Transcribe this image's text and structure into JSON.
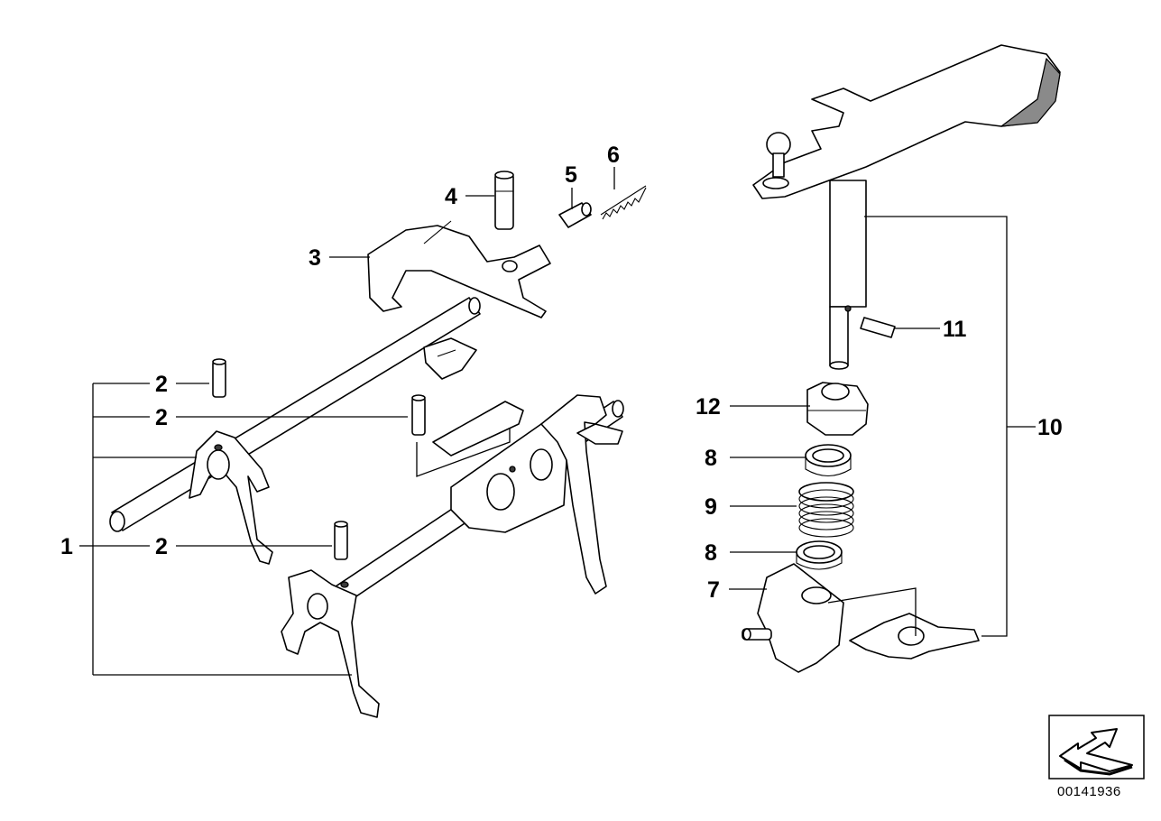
{
  "diagram": {
    "callouts": [
      {
        "id": "c1",
        "text": "1"
      },
      {
        "id": "c2a",
        "text": "2"
      },
      {
        "id": "c2b",
        "text": "2"
      },
      {
        "id": "c2c",
        "text": "2"
      },
      {
        "id": "c3",
        "text": "3"
      },
      {
        "id": "c4",
        "text": "4"
      },
      {
        "id": "c5",
        "text": "5"
      },
      {
        "id": "c6",
        "text": "6"
      },
      {
        "id": "c7",
        "text": "7"
      },
      {
        "id": "c8a",
        "text": "8"
      },
      {
        "id": "c8b",
        "text": "8"
      },
      {
        "id": "c9",
        "text": "9"
      },
      {
        "id": "c10",
        "text": "10"
      },
      {
        "id": "c11",
        "text": "11"
      },
      {
        "id": "c12",
        "text": "12"
      }
    ],
    "diagram_id": "00141936",
    "orientation_icon": "front-direction-arrow-icon"
  }
}
